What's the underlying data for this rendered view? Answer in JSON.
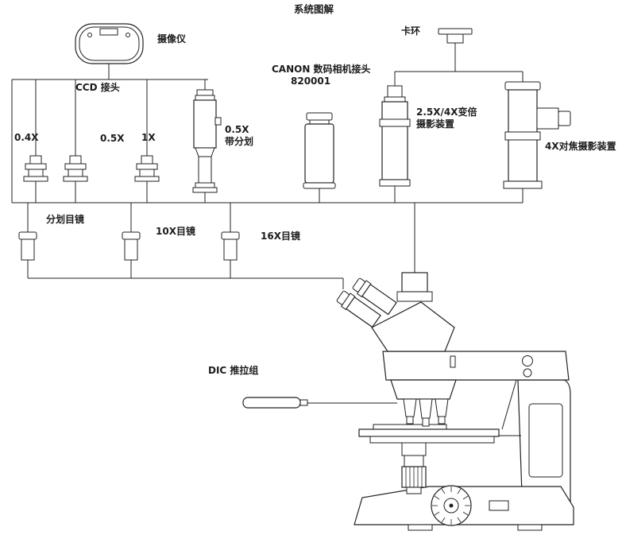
{
  "title": "系统图解",
  "diagram": {
    "camera_label": "摄像仪",
    "ccd_label": "CCD 接头",
    "adapter_04x": "0.4X",
    "adapter_05x": "0.5X",
    "adapter_1x": "1X",
    "adapter_05x_reticle_line1": "0.5X",
    "adapter_05x_reticle_line2": "带分划",
    "canon_line1": "CANON 数码相机接头",
    "canon_line2": "820001",
    "clamp_ring_label": "卡环",
    "zoom_device_line1": "2.5X/4X变倍",
    "zoom_device_line2": "摄影装置",
    "focus_device_label": "4X对焦摄影装置",
    "reticle_eyepiece_label": "分划目镜",
    "eyepiece_10x_label": "10X目镜",
    "eyepiece_16x_label": "16X目镜",
    "dic_label": "DIC 推拉组"
  }
}
